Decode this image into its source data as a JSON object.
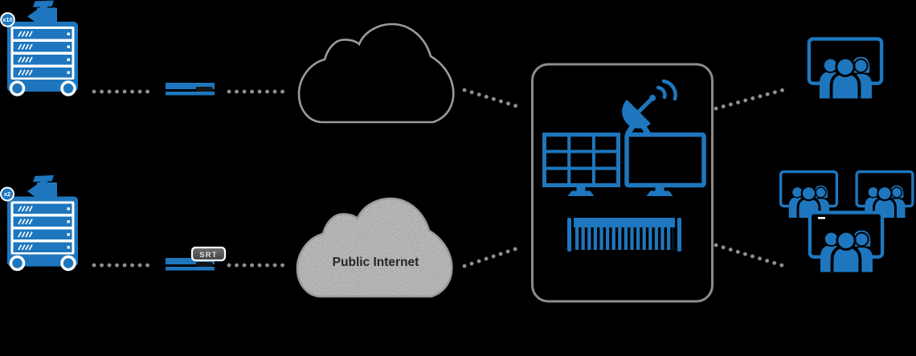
{
  "diagram": {
    "background": "#000000",
    "colors": {
      "blue": "#1E77BE",
      "white": "#FFFFFF",
      "dot_gray": "#8F8F8F",
      "cloud_outline": "#9B9B9B",
      "facility_border": "#8B8B8B",
      "noise_fill": "#A8A8A8",
      "text_dark": "#262626",
      "badge_text": "#FFFFFF",
      "srt_fill_top": "#6E6E6E",
      "srt_fill_bottom": "#424242",
      "srt_text": "#E0E0E0"
    },
    "sources": {
      "top": {
        "count_badge": "x10",
        "icon": "broadcast-camera-rack"
      },
      "bottom": {
        "count_badge": "x2",
        "icon": "broadcast-camera-rack"
      }
    },
    "encoders": {
      "top": {
        "icon": "encoder-appliance"
      },
      "bottom": {
        "icon": "encoder-appliance",
        "protocol_badge": "SRT"
      }
    },
    "networks": {
      "private": {
        "icon": "outlined-cloud",
        "label": ""
      },
      "public": {
        "icon": "noise-filled-cloud",
        "label": "Public Internet"
      }
    },
    "facility": {
      "icons": [
        "satellite-dish",
        "video-wall",
        "display-monitor",
        "rack-server"
      ]
    },
    "audiences": {
      "single": {
        "icon": "audience-screen"
      },
      "cluster": {
        "icon": "audience-screen-group",
        "screens": 3
      }
    }
  }
}
